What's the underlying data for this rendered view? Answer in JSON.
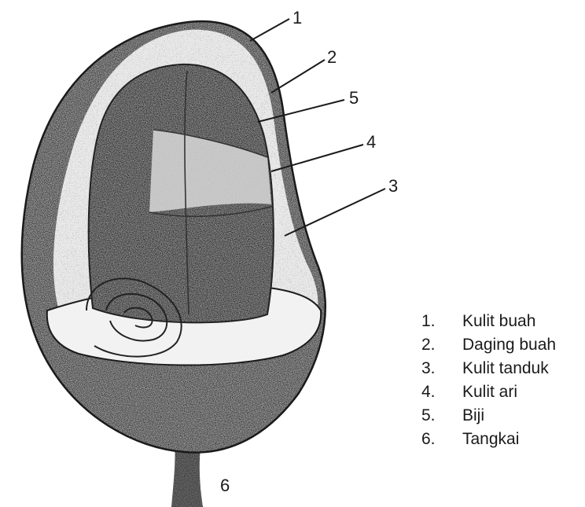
{
  "diagram": {
    "callout_numbers": [
      "1",
      "2",
      "5",
      "4",
      "3",
      "6"
    ],
    "legend": [
      {
        "number": "1.",
        "label": "Kulit buah"
      },
      {
        "number": "2.",
        "label": "Daging buah"
      },
      {
        "number": "3.",
        "label": "Kulit tanduk"
      },
      {
        "number": "4.",
        "label": "Kulit ari"
      },
      {
        "number": "5.",
        "label": "Biji"
      },
      {
        "number": "6.",
        "label": "Tangkai"
      }
    ]
  }
}
